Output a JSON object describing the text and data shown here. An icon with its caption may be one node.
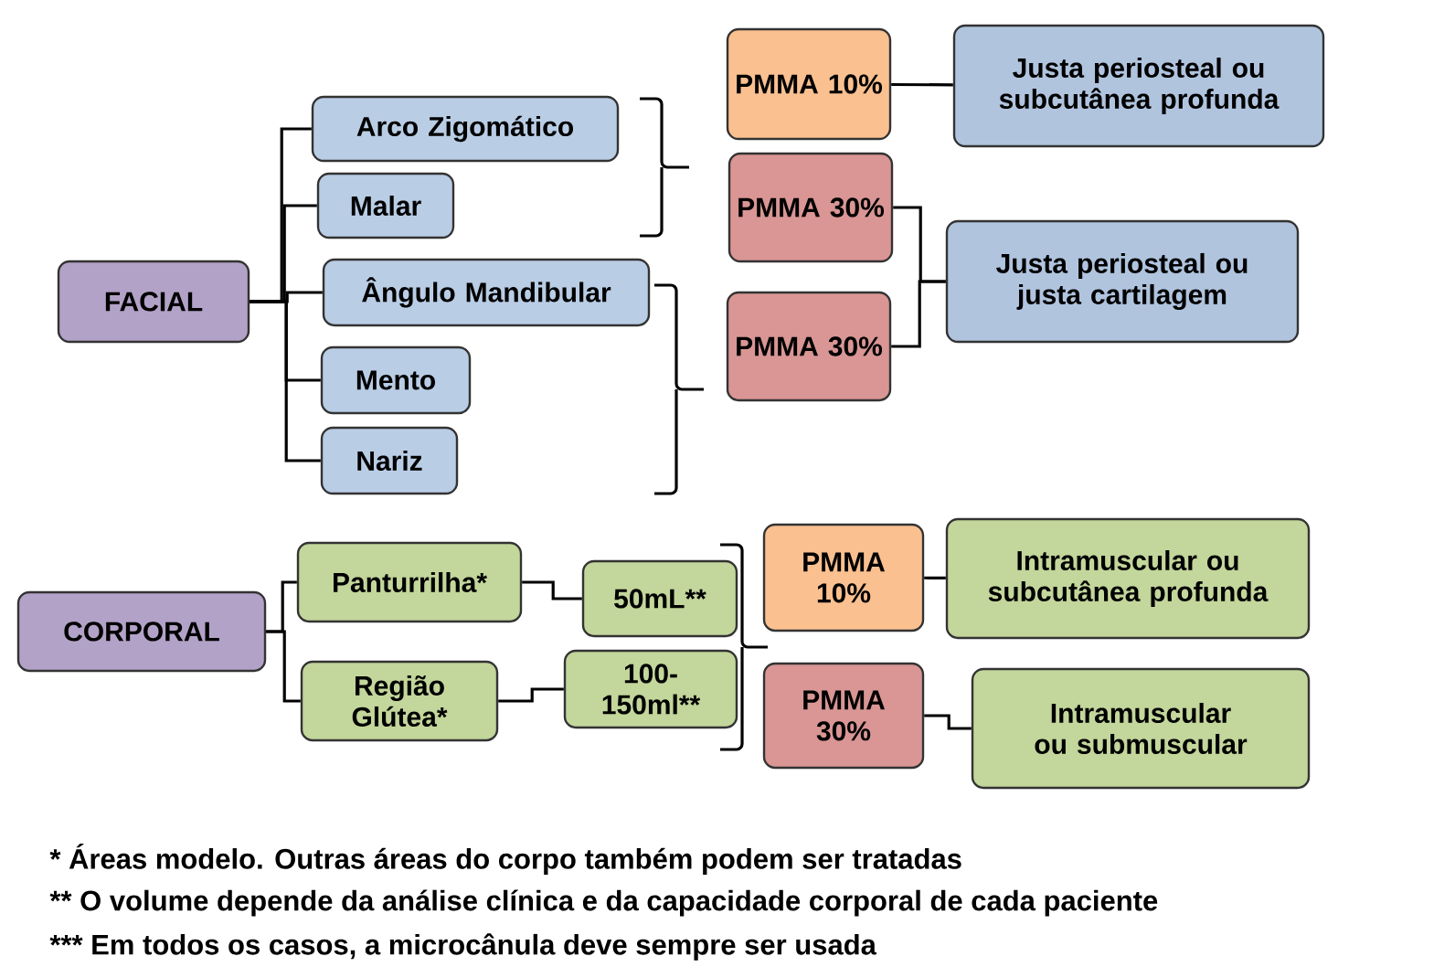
{
  "diagram": {
    "nodes": [
      {
        "text": [
          "FACIAL"
        ]
      },
      {
        "text": [
          "Arco Zigomático"
        ]
      },
      {
        "text": [
          "Malar"
        ]
      },
      {
        "text": [
          "Ângulo Mandibular"
        ]
      },
      {
        "text": [
          "Mento"
        ]
      },
      {
        "text": [
          "Nariz"
        ]
      },
      {
        "text": [
          "PMMA 10%"
        ]
      },
      {
        "text": [
          "PMMA 30%"
        ]
      },
      {
        "text": [
          "PMMA 30%"
        ]
      },
      {
        "text": [
          "Justa periosteal ou subcutânea profunda"
        ]
      },
      {
        "text": [
          "Justa periosteal ou justa cartilagem"
        ]
      },
      {
        "text": [
          "CORPORAL"
        ]
      },
      {
        "text": [
          "Panturrilha*"
        ]
      },
      {
        "text": [
          "Região Glútea*"
        ]
      },
      {
        "text": [
          "50mL**"
        ]
      },
      {
        "text": [
          "100- 150ml**"
        ]
      },
      {
        "text": [
          "PMMA 10%"
        ]
      },
      {
        "text": [
          "PMMA 30%"
        ]
      },
      {
        "text": [
          "Intramuscular ou subcutânea profunda"
        ]
      },
      {
        "text": [
          "Intramuscular ou submuscular"
        ]
      }
    ],
    "edges": [
      {
        "from": 0,
        "to": 1,
        "arrow": "none"
      },
      {
        "from": 0,
        "to": 2,
        "arrow": "none"
      },
      {
        "from": 0,
        "to": 3,
        "arrow": "none"
      },
      {
        "from": 0,
        "to": 4,
        "arrow": "none"
      },
      {
        "from": 0,
        "to": 5,
        "arrow": "none"
      },
      {
        "from": 6,
        "to": 9,
        "arrow": "none"
      },
      {
        "from": 7,
        "to": 10,
        "arrow": "none"
      },
      {
        "from": 8,
        "to": 10,
        "arrow": "none"
      },
      {
        "from": 11,
        "to": 12,
        "arrow": "none"
      },
      {
        "from": 11,
        "to": 13,
        "arrow": "none"
      },
      {
        "from": 12,
        "to": 14,
        "arrow": "none"
      },
      {
        "from": 13,
        "to": 15,
        "arrow": "none"
      },
      {
        "from": 16,
        "to": 18,
        "arrow": "none"
      },
      {
        "from": 17,
        "to": 19,
        "arrow": "none"
      }
    ],
    "labels": [
      "* Áreas modelo. Outras áreas do corpo também podem ser tratadas",
      "** O volume depende da análise clínica e da capacidade corporal de cada paciente",
      "*** Em todos os casos, a microcânula deve sempre ser usada"
    ]
  }
}
